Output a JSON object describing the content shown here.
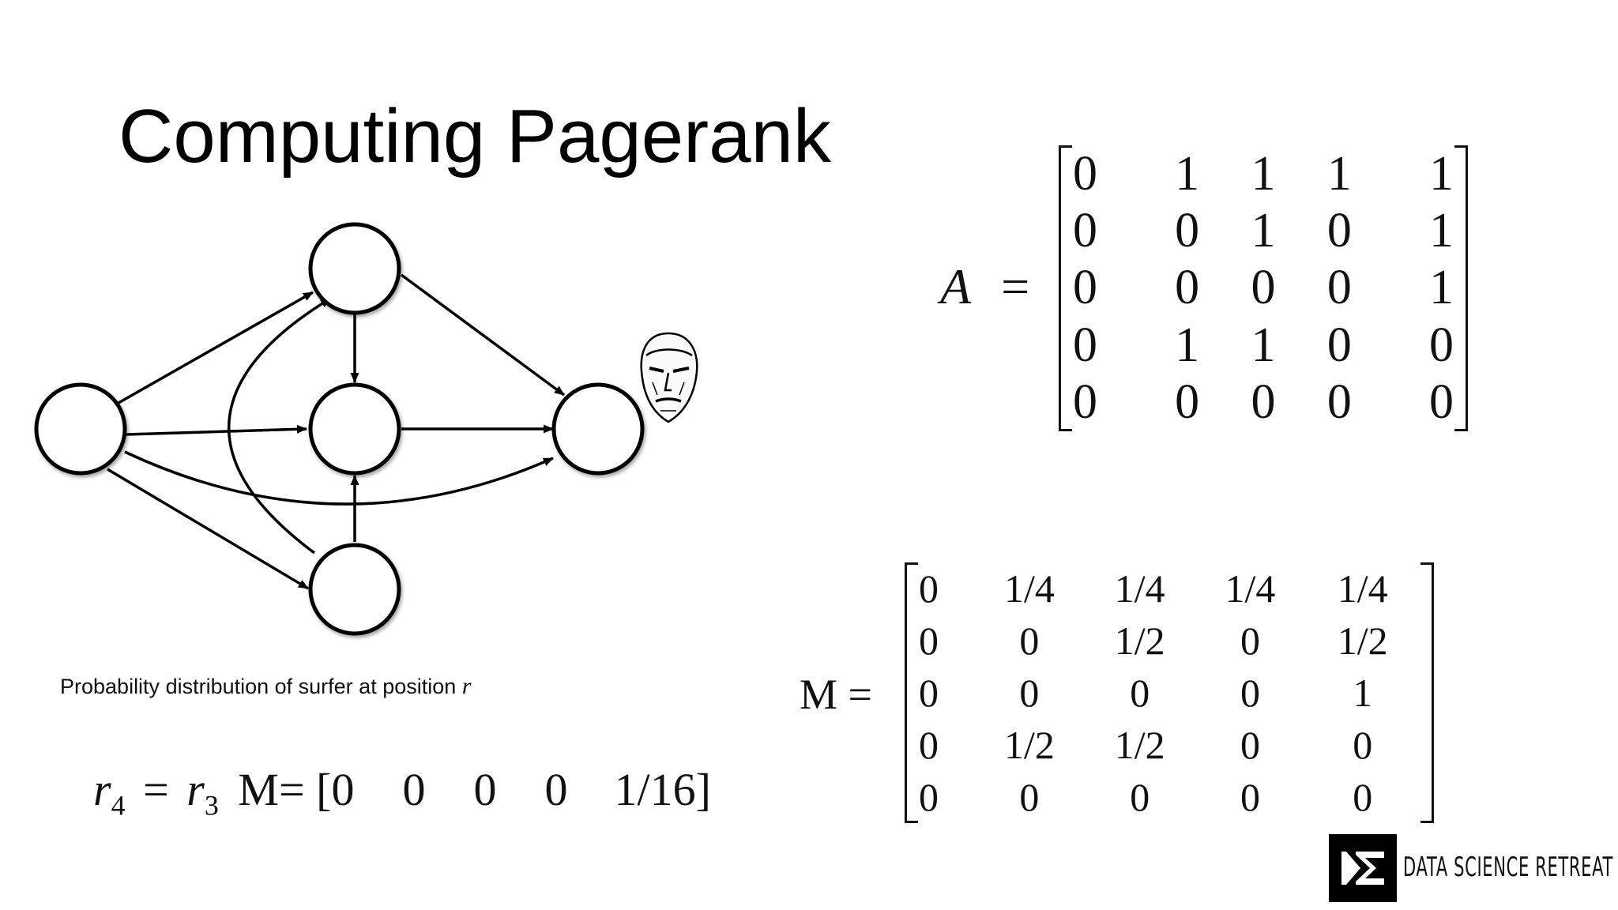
{
  "slide": {
    "title": "Computing Pagerank",
    "caption_text": "Probability distribution of surfer at position ",
    "caption_var": "r"
  },
  "matrix_A": {
    "label": "A",
    "equals": "=",
    "rows": [
      [
        "0",
        "1",
        "1",
        "1",
        "1"
      ],
      [
        "0",
        "0",
        "1",
        "0",
        "1"
      ],
      [
        "0",
        "0",
        "0",
        "0",
        "1"
      ],
      [
        "0",
        "1",
        "1",
        "0",
        "0"
      ],
      [
        "0",
        "0",
        "0",
        "0",
        "0"
      ]
    ]
  },
  "matrix_M": {
    "label": "M =",
    "rows": [
      [
        "0",
        "1/4",
        "1/4",
        "1/4",
        "1/4"
      ],
      [
        "0",
        "0",
        "1/2",
        "0",
        "1/2"
      ],
      [
        "0",
        "0",
        "0",
        "0",
        "1"
      ],
      [
        "0",
        "1/2",
        "1/2",
        "0",
        "0"
      ],
      [
        "0",
        "0",
        "0",
        "0",
        "0"
      ]
    ]
  },
  "equation": {
    "lhs_var": "r",
    "lhs_sub": "4",
    "equals": "=",
    "rhs_var": "r",
    "rhs_sub": "3",
    "rhs_matrix": "M=",
    "vector": [
      "0",
      "0",
      "0",
      "0",
      "1/16"
    ]
  },
  "logo": {
    "icon": "sigma-logo-icon",
    "text": "DATA SCIENCE RETREAT"
  },
  "graph": {
    "nodes": [
      "n1",
      "n2",
      "n3",
      "n4",
      "n5"
    ],
    "edges": [
      [
        "n1",
        "n2"
      ],
      [
        "n1",
        "n3"
      ],
      [
        "n1",
        "n4"
      ],
      [
        "n1",
        "n5"
      ],
      [
        "n2",
        "n3"
      ],
      [
        "n2",
        "n5"
      ],
      [
        "n3",
        "n5"
      ],
      [
        "n4",
        "n2"
      ],
      [
        "n4",
        "n3"
      ]
    ],
    "surfer_icon": "surfer-face-icon"
  }
}
